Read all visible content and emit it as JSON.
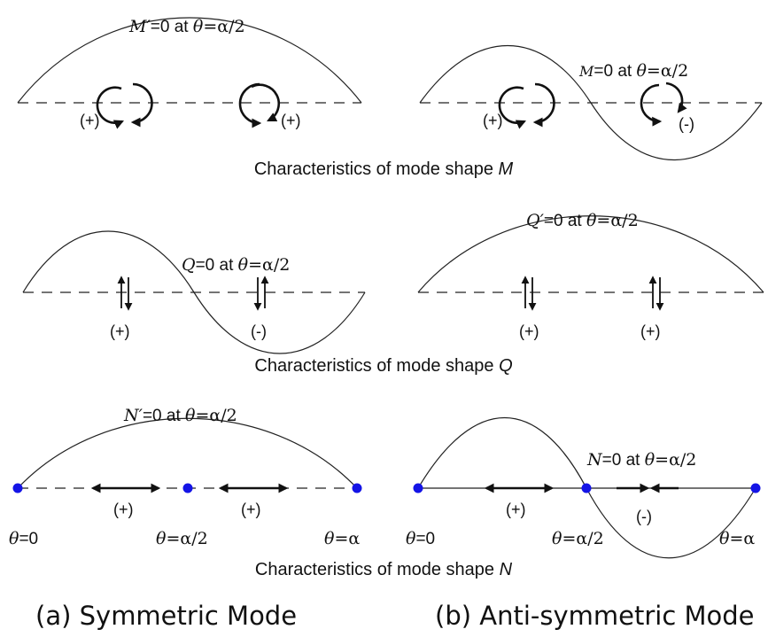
{
  "rows": {
    "m": {
      "caption_prefix": "Characteristics of mode shape ",
      "caption_var": "M",
      "left_note": {
        "var": "M′",
        "eq": "=0 at ",
        "theta": "θ",
        "rhs": "=α/2"
      },
      "right_note": {
        "var": "M",
        "eq": "=0 at ",
        "theta": "θ",
        "rhs": "=α/2"
      },
      "left_signs": [
        "(+)",
        "(+)"
      ],
      "right_signs": [
        "(+)",
        "(-)"
      ]
    },
    "q": {
      "caption_prefix": "Characteristics of mode shape ",
      "caption_var": "Q",
      "left_note": {
        "var": "Q",
        "eq": "=0 at ",
        "theta": "θ",
        "rhs": "=α/2"
      },
      "right_note": {
        "var": "Q′",
        "eq": "=0 at ",
        "theta": "θ",
        "rhs": "=α/2"
      },
      "left_signs": [
        "(+)",
        "(-)"
      ],
      "right_signs": [
        "(+)",
        "(+)"
      ]
    },
    "n": {
      "caption_prefix": "Characteristics of mode shape ",
      "caption_var": "N",
      "left_note": {
        "var": "N′",
        "eq": "=0 at ",
        "theta": "θ",
        "rhs": "=α/2"
      },
      "right_note": {
        "var": "N",
        "eq": "=0 at ",
        "theta": "θ",
        "rhs": "=α/2"
      },
      "left_signs": [
        "(+)",
        "(+)"
      ],
      "right_signs": [
        "(+)",
        "(-)"
      ],
      "theta_ticks": [
        {
          "theta": "θ",
          "rhs": "=0"
        },
        {
          "theta": "θ",
          "rhs": "=α/2"
        },
        {
          "theta": "θ",
          "rhs": "=α"
        }
      ]
    }
  },
  "panel_titles": {
    "left": "(a) Symmetric Mode",
    "right": "(b) Anti-symmetric Mode"
  },
  "colors": {
    "node_dot": "#1414e6",
    "ink": "#111111"
  }
}
